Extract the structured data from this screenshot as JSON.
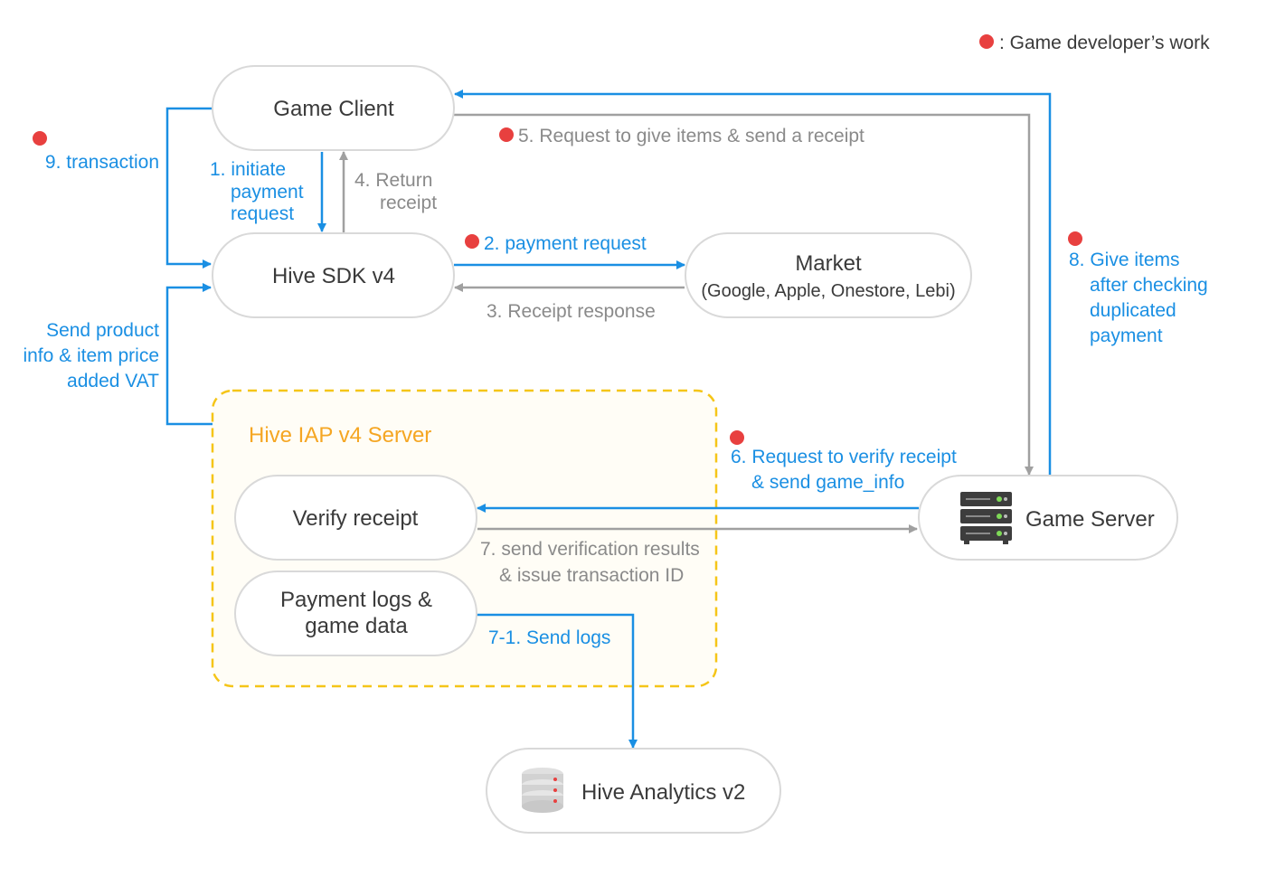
{
  "legend": {
    "marker_color": "#e8403f",
    "text": ": Game developer’s work"
  },
  "colors": {
    "blue": "#1a8fe3",
    "gray": "#9a9a9a",
    "red_dot": "#e8403f",
    "group_border": "#f5c518",
    "group_title": "#f5a623"
  },
  "nodes": {
    "game_client": "Game Client",
    "hive_sdk": "Hive SDK v4",
    "market_title": "Market",
    "market_sub": "(Google, Apple, Onestore, Lebi)",
    "iap_server_title": "Hive IAP v4 Server",
    "verify_receipt": "Verify receipt",
    "payment_logs_line1": "Payment logs &",
    "payment_logs_line2": "game data",
    "game_server": "Game Server",
    "hive_analytics": "Hive Analytics v2"
  },
  "edges": {
    "e1": [
      "1. initiate",
      "payment",
      "request"
    ],
    "e2": "2. payment request",
    "e3": "3. Receipt response",
    "e4": [
      "4. Return",
      "receipt"
    ],
    "e5": "5. Request to give items & send a receipt",
    "e6": [
      "6. Request to verify receipt",
      "& send game_info"
    ],
    "e7": [
      "7. send verification results",
      "& issue transaction ID"
    ],
    "e71": "7-1. Send logs",
    "e8": [
      "8. Give items",
      "after checking",
      "duplicated",
      "payment"
    ],
    "e9": "9. transaction",
    "product": [
      "Send product",
      "info & item price",
      "added VAT"
    ]
  },
  "icons": {
    "server": "server-rack-icon",
    "database": "database-stack-icon"
  }
}
